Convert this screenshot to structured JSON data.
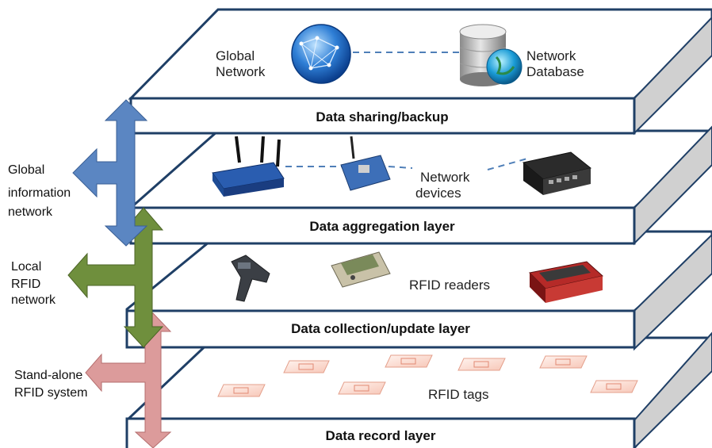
{
  "layers": [
    {
      "label": "Data sharing/backup"
    },
    {
      "label": "Data aggregation layer"
    },
    {
      "label": "Data collection/update layer"
    },
    {
      "label": "Data record layer"
    }
  ],
  "top_layer": {
    "global_network": [
      "Global",
      "Network"
    ],
    "network_database": [
      "Network",
      "Database"
    ]
  },
  "aggregation": {
    "network_devices": [
      "Network",
      "devices"
    ]
  },
  "collection": {
    "rfid_readers": "RFID readers"
  },
  "record": {
    "rfid_tags": "RFID tags"
  },
  "side_labels": {
    "global_info_network": [
      "Global",
      "information",
      "network"
    ],
    "local_rfid_network": [
      "Local",
      "RFID",
      "network"
    ],
    "standalone_rfid": [
      "Stand-alone",
      "RFID system"
    ]
  },
  "colors": {
    "blue_arrow": "#5b86c2",
    "green_arrow": "#6f8f3d",
    "pink_arrow": "#dc9b9b",
    "layer_edge": "#1f3f66",
    "layer_side": "#d0d0d0",
    "dashed_line": "#4f7fb8"
  }
}
